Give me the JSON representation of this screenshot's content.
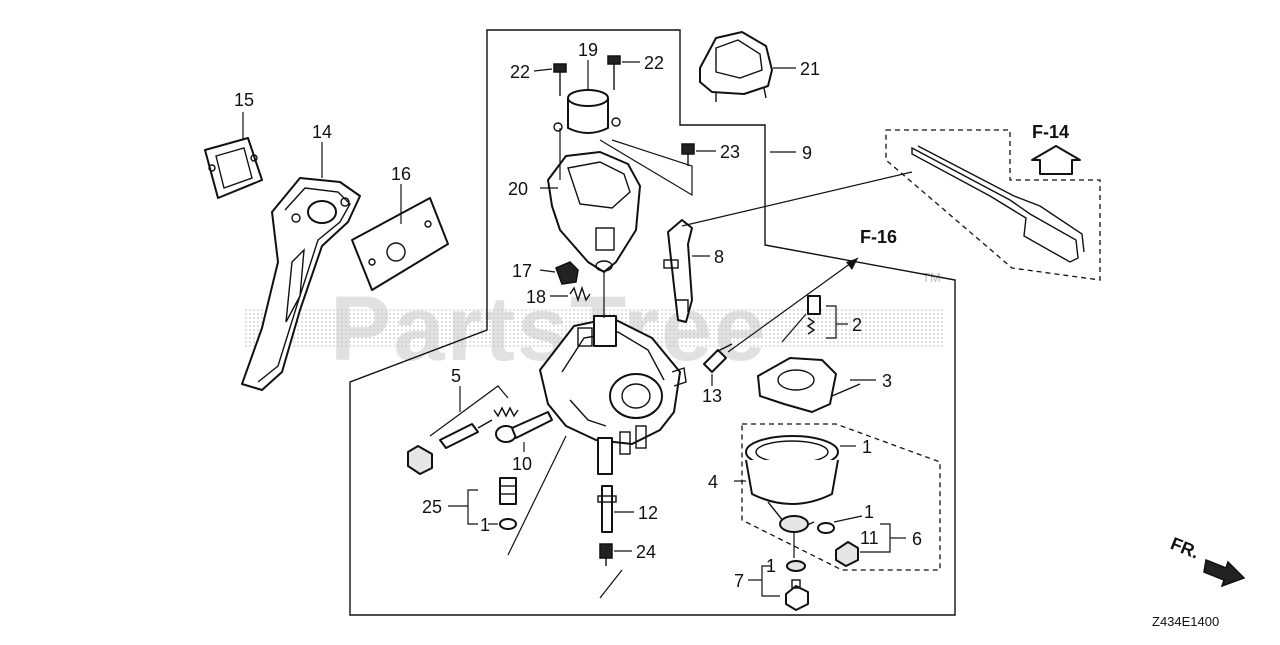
{
  "watermark": "PartsTree",
  "trademark": "TM",
  "diagram_code": "Z434E1400",
  "front_indicator": "FR.",
  "refs": {
    "f14": "F-14",
    "f16": "F-16"
  },
  "callouts": {
    "c1a": "1",
    "c1b": "1",
    "c1c": "1",
    "c1d": "1",
    "c2": "2",
    "c3": "3",
    "c4": "4",
    "c5": "5",
    "c6": "6",
    "c7": "7",
    "c8": "8",
    "c9": "9",
    "c10": "10",
    "c11": "11",
    "c12": "12",
    "c13": "13",
    "c14": "14",
    "c15": "15",
    "c16": "16",
    "c17": "17",
    "c18": "18",
    "c19": "19",
    "c20": "20",
    "c21": "21",
    "c22a": "22",
    "c22b": "22",
    "c23": "23",
    "c24": "24",
    "c25": "25"
  }
}
